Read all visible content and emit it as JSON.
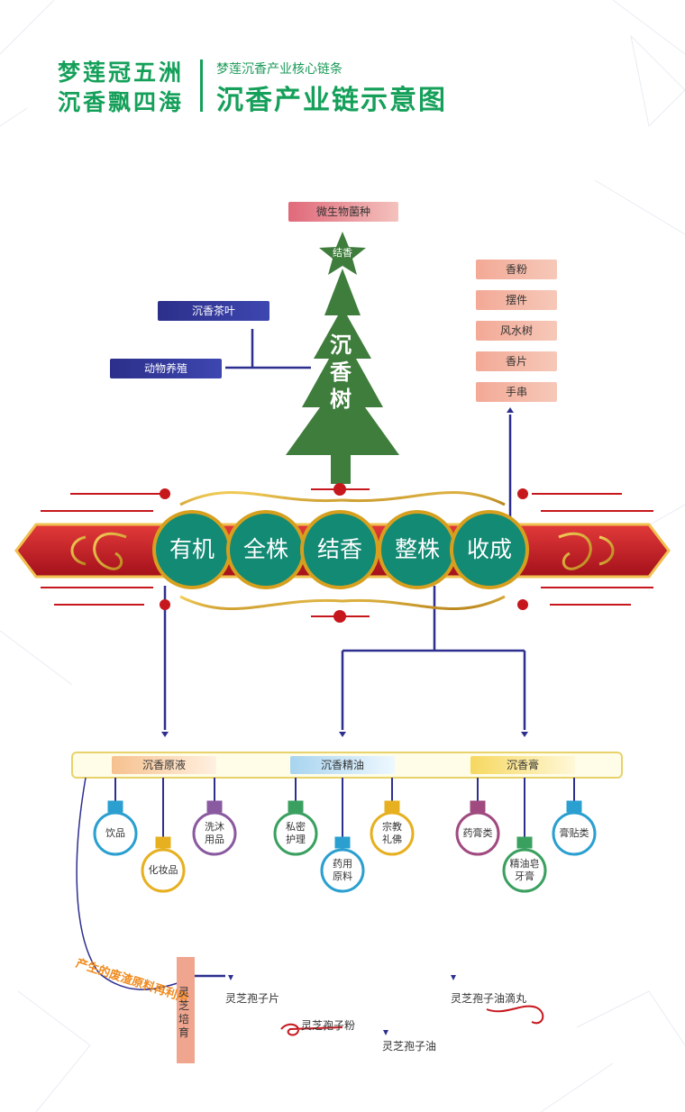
{
  "brand": {
    "line1": "梦莲冠五洲",
    "line2": "沉香飘四海"
  },
  "header": {
    "subtitle": "梦莲沉香产业核心链条",
    "title": "沉香产业链示意图"
  },
  "top": {
    "microbe": "微生物菌种",
    "star": "结香",
    "tree_chars": [
      "沉",
      "香",
      "树"
    ]
  },
  "left_tags": [
    "沉香茶叶",
    "动物养殖"
  ],
  "right_tags": [
    "香粉",
    "摆件",
    "风水树",
    "香片",
    "手串"
  ],
  "banner": [
    "有机",
    "全株",
    "结香",
    "整株",
    "收成"
  ],
  "categories": [
    {
      "label": "沉香原液",
      "items": [
        "饮品",
        "化妆品",
        "洗沐\n用品"
      ]
    },
    {
      "label": "沉香精油",
      "items": [
        "私密\n护理",
        "药用\n原料",
        "宗教\n礼佛"
      ]
    },
    {
      "label": "沉香膏",
      "items": [
        "药膏类",
        "精油皂\n牙膏",
        "膏贴类"
      ]
    }
  ],
  "bottom": {
    "reuse": "产生的废渣原料再利用",
    "lingzhi": "灵芝培育",
    "products": [
      "灵芝孢子片",
      "灵芝孢子粉",
      "灵芝孢子油",
      "灵芝孢子油滴丸"
    ]
  },
  "colors": {
    "green": "#15a05a",
    "tree": "#3f7d3c",
    "teal": "#138a74",
    "navy": "#2d2f8f",
    "red": "#c6171d",
    "gold": "#d6a01e",
    "blue_bulb": "#2a9fd0",
    "yellow_bulb": "#e6b020",
    "purple_bulb": "#8a5aa0",
    "green_bulb": "#3aa060",
    "pink_bulb": "#a04a80"
  }
}
